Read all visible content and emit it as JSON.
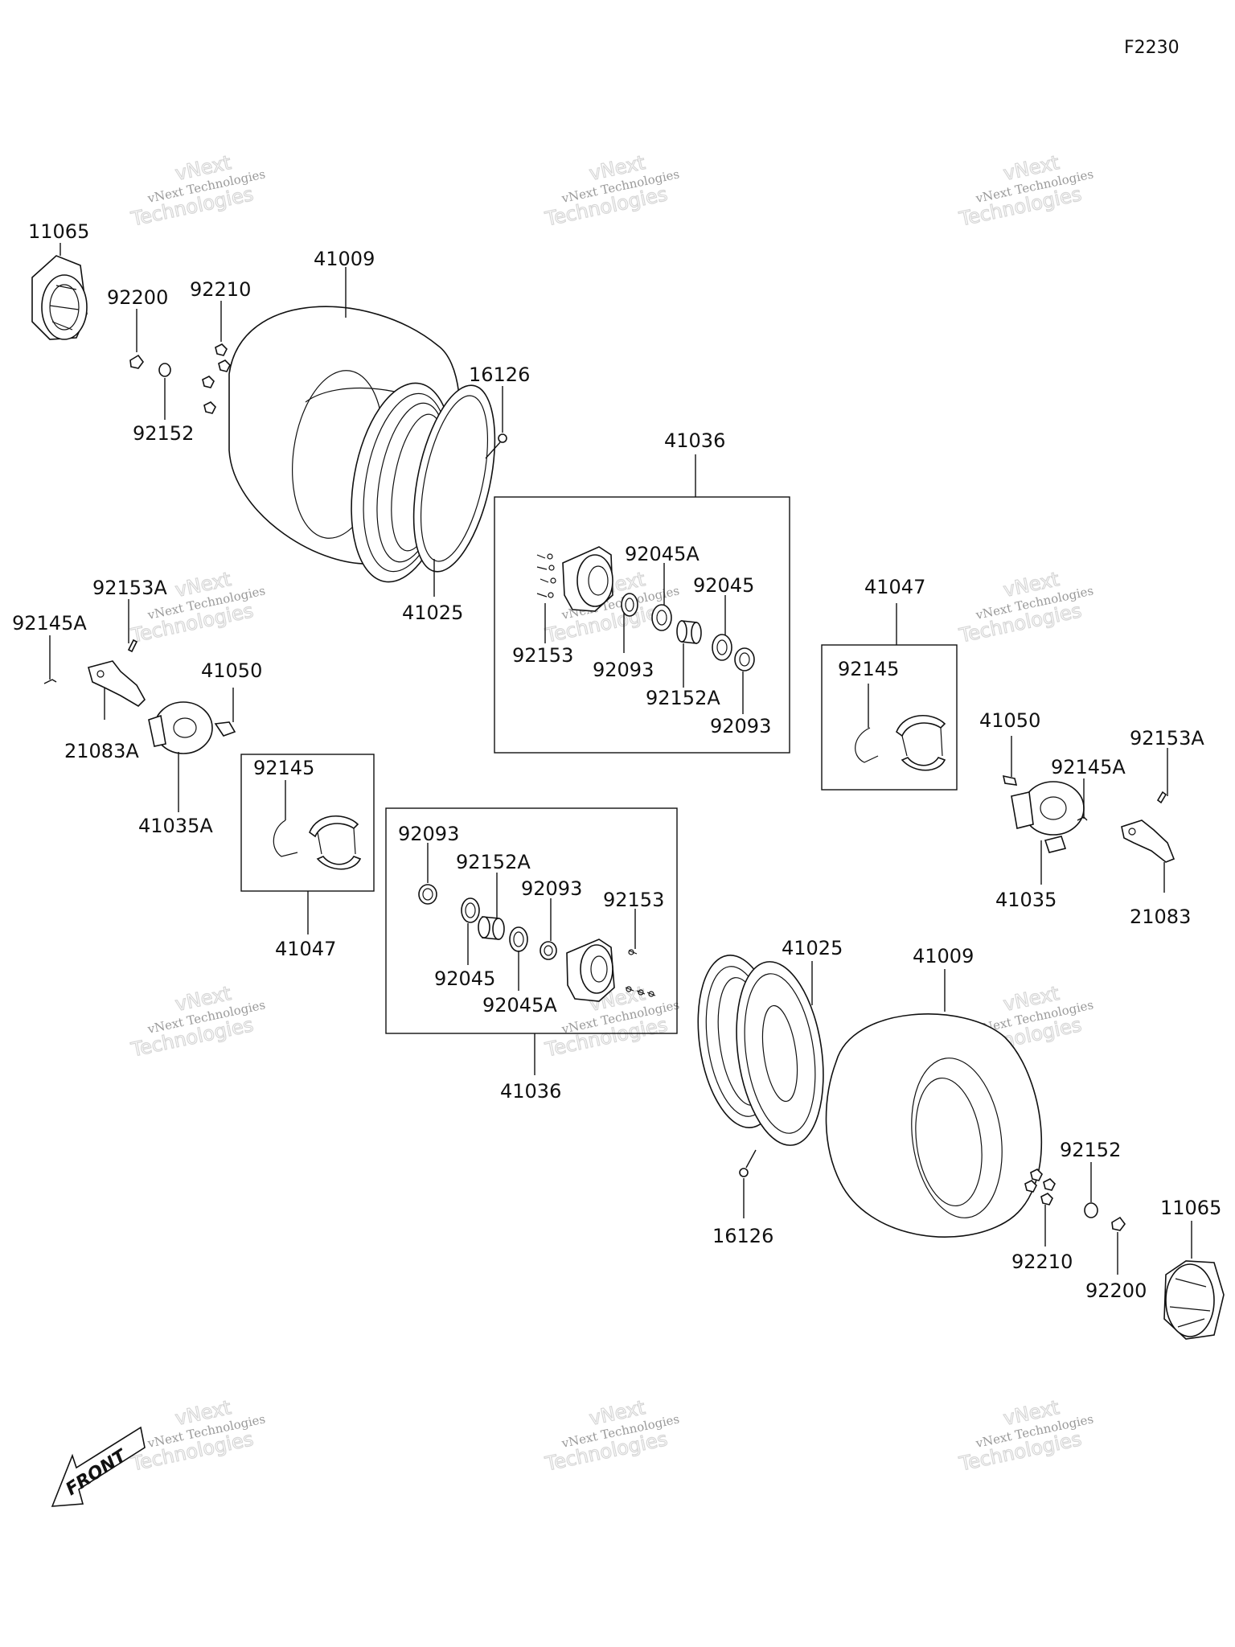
{
  "figure_code": "F2230",
  "watermark": {
    "line1": "vNext",
    "line2": "vNext Technologies",
    "line3": "Technologies"
  },
  "front_arrow_text": "FRONT",
  "labels": {
    "p11065_l": "11065",
    "p92200_l": "92200",
    "p92210_l": "92210",
    "p92152_l": "92152",
    "p41009_l": "41009",
    "p16126_l": "16126",
    "p41025_l": "41025",
    "p41036_top": "41036",
    "p92045A_t": "92045A",
    "p92045_t": "92045",
    "p92153_t": "92153",
    "p92093_t1": "92093",
    "p92152A_t": "92152A",
    "p92093_t2": "92093",
    "p92153A_l": "92153A",
    "p92145A_l": "92145A",
    "p41050_l": "41050",
    "p21083A": "21083A",
    "p41035A": "41035A",
    "p92145_lb": "92145",
    "p41047_lb": "41047",
    "p41047_rb": "41047",
    "p92145_rb": "92145",
    "p41050_r": "41050",
    "p92145A_r": "92145A",
    "p92153A_r": "92153A",
    "p41035": "41035",
    "p21083": "21083",
    "p92093_b1": "92093",
    "p92152A_b": "92152A",
    "p92093_b2": "92093",
    "p92153_b": "92153",
    "p92045_b": "92045",
    "p92045A_b": "92045A",
    "p41036_bot": "41036",
    "p41025_r": "41025",
    "p41009_r": "41009",
    "p16126_r": "16126",
    "p92152_r": "92152",
    "p11065_r": "11065",
    "p92210_r": "92210",
    "p92200_r": "92200"
  }
}
